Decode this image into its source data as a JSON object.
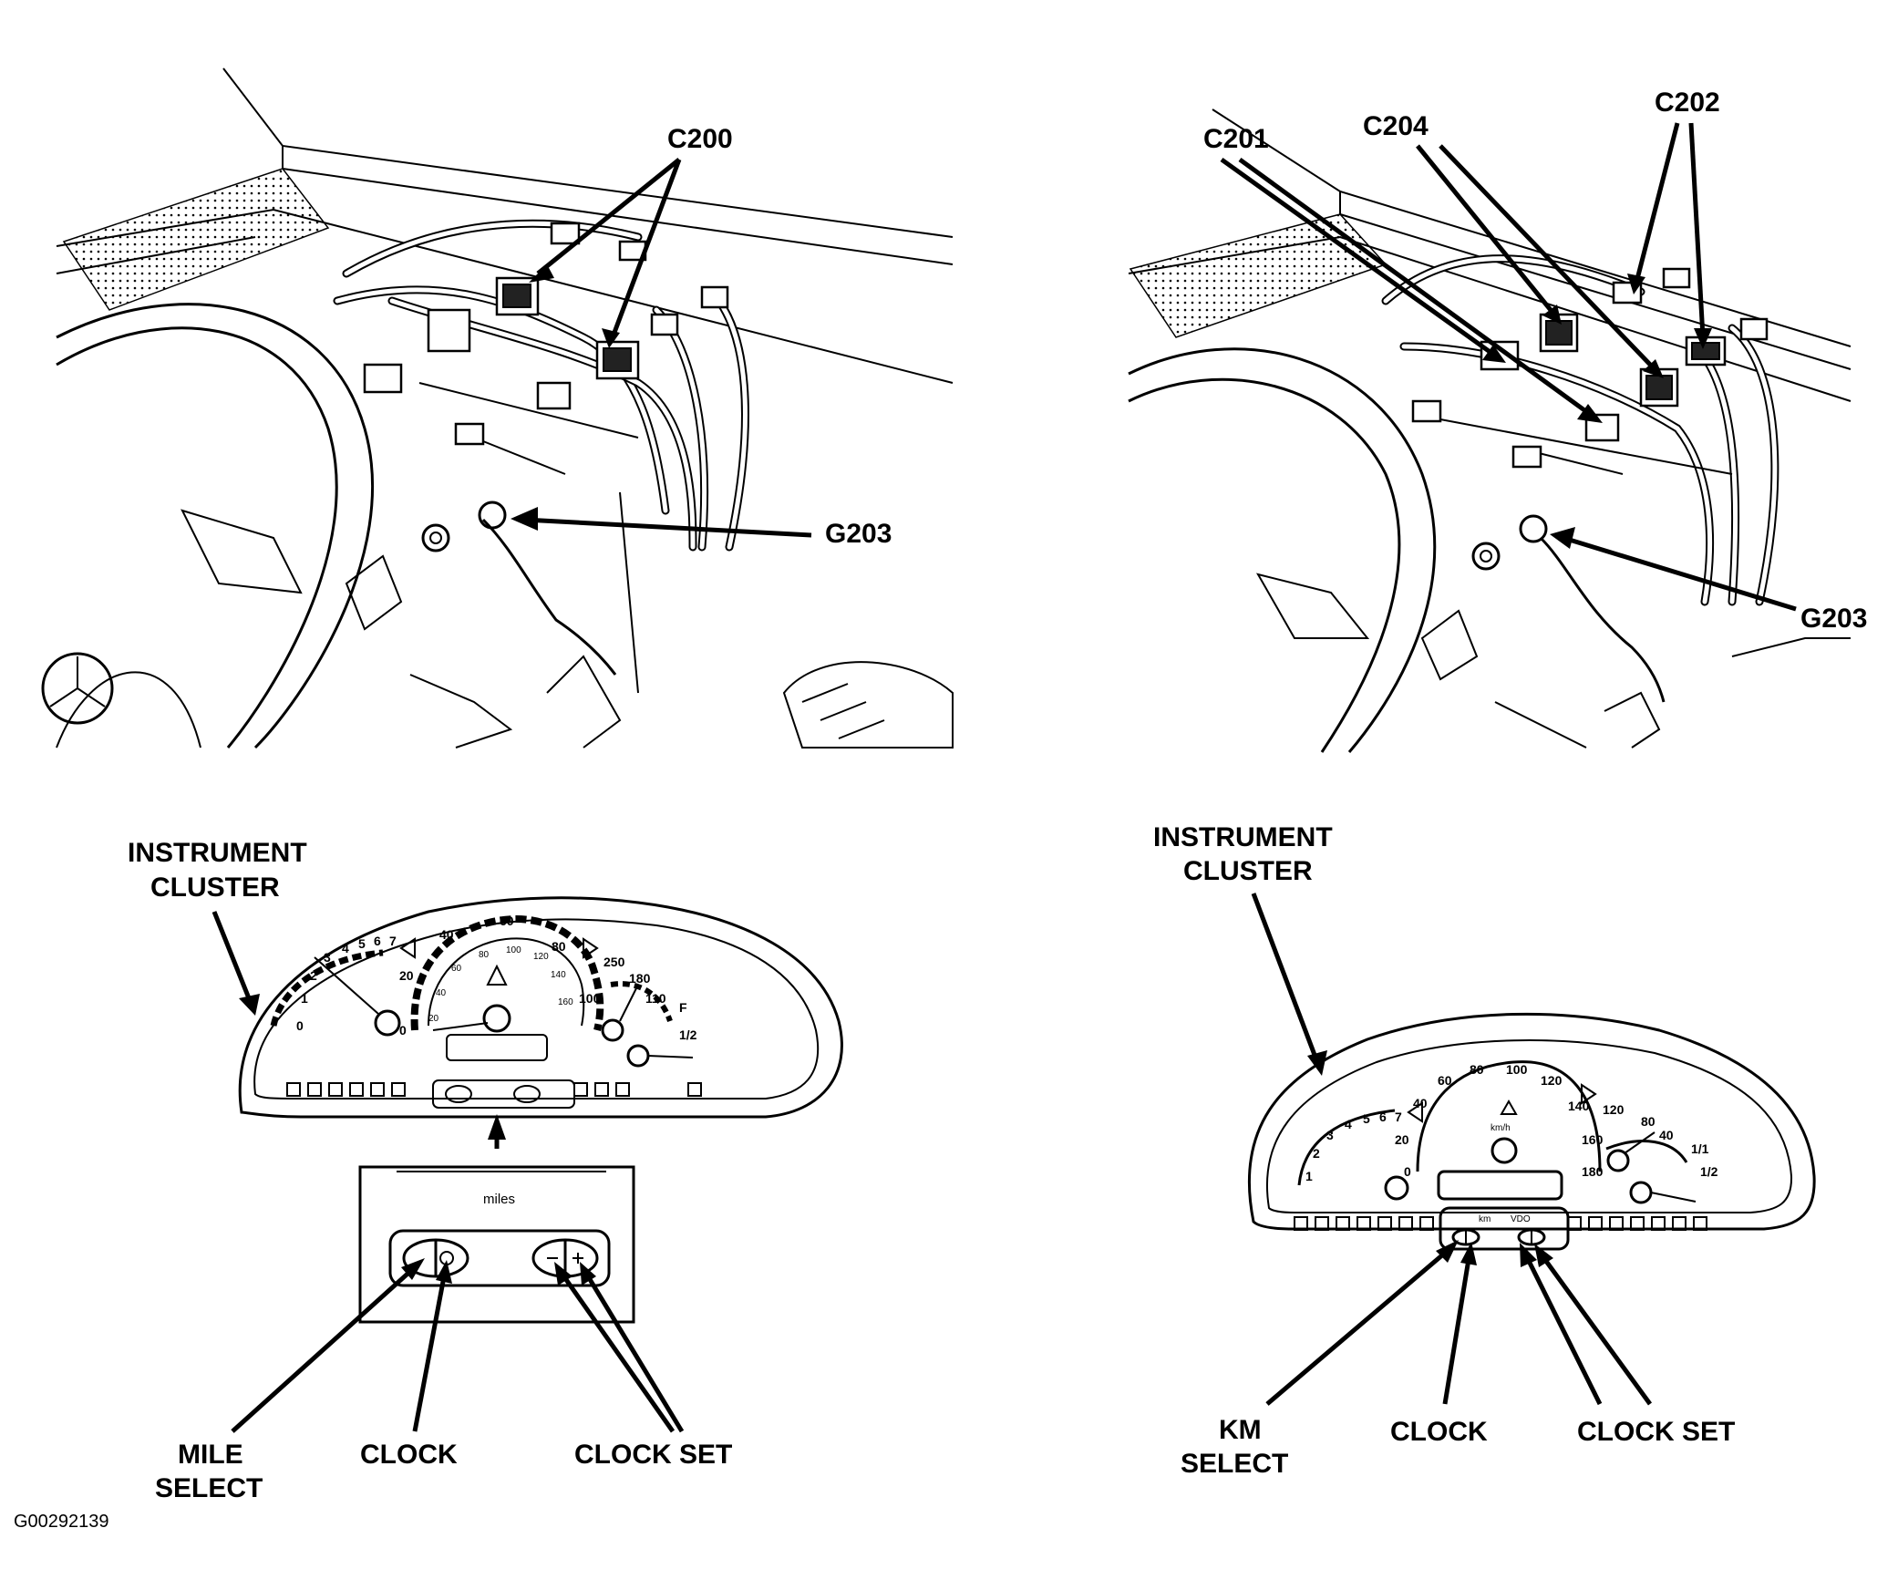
{
  "figure_id": "G00292139",
  "top_left": {
    "labels": {
      "c200": "C200",
      "g203": "G203"
    }
  },
  "top_right": {
    "labels": {
      "c201": "C201",
      "c204": "C204",
      "c202": "C202",
      "g203": "G203"
    }
  },
  "bottom_left": {
    "title_line1": "INSTRUMENT",
    "title_line2": "CLUSTER",
    "inset_text": "miles",
    "labels": {
      "mile_select_line1": "MILE",
      "mile_select_line2": "SELECT",
      "clock": "CLOCK",
      "clock_set": "CLOCK SET"
    },
    "gauges": {
      "tach_ticks": [
        "0",
        "1",
        "2",
        "3",
        "4",
        "5",
        "6",
        "7"
      ],
      "speedo_mph": [
        "0",
        "20",
        "40",
        "60",
        "80",
        "100"
      ],
      "speedo_kmh": [
        "20",
        "40",
        "60",
        "80",
        "100",
        "120",
        "140",
        "160"
      ],
      "temp_ticks": [
        "250",
        "180",
        "110"
      ],
      "fuel_ticks": [
        "F",
        "1/2"
      ]
    }
  },
  "bottom_right": {
    "title_line1": "INSTRUMENT",
    "title_line2": "CLUSTER",
    "labels": {
      "km_select_line1": "KM",
      "km_select_line2": "SELECT",
      "clock": "CLOCK",
      "clock_set": "CLOCK SET"
    },
    "gauges": {
      "tach_ticks": [
        "1",
        "2",
        "3",
        "4",
        "5",
        "6",
        "7"
      ],
      "speedo_kmh": [
        "0",
        "20",
        "40",
        "60",
        "80",
        "100",
        "120",
        "140",
        "160",
        "180"
      ],
      "speedo_unit": "km/h",
      "temp_ticks": [
        "120",
        "80",
        "40"
      ],
      "fuel_ticks": [
        "1/1",
        "1/2"
      ],
      "display_text": [
        "km",
        "VDO"
      ]
    }
  }
}
